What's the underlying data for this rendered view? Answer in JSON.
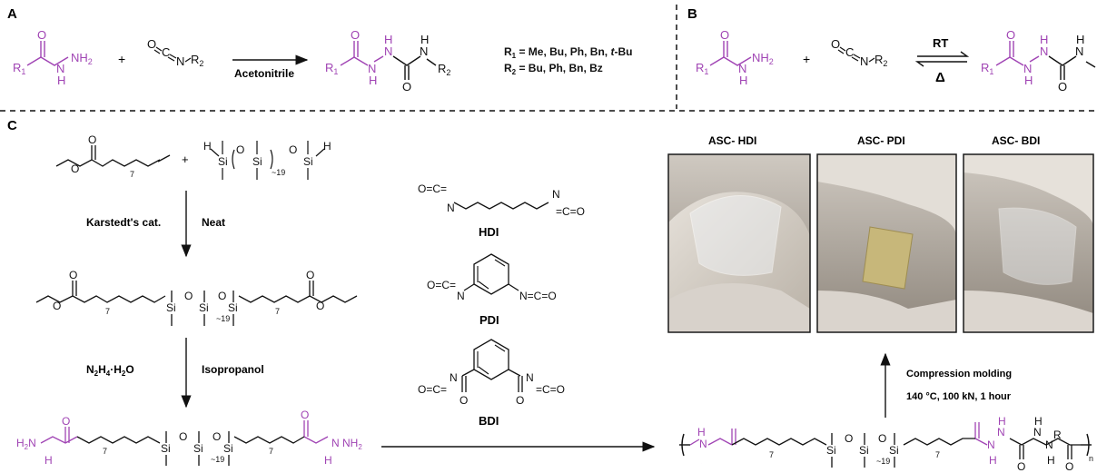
{
  "colors": {
    "accent": "#a044b4",
    "ink": "#111111",
    "photo_frame": "#1a1a1a"
  },
  "panels": {
    "a": "A",
    "b": "B",
    "c": "C"
  },
  "panel_a": {
    "r1": "R",
    "r1_sub": "1",
    "r2": "R",
    "r2_sub": "2",
    "nh2": "NH",
    "nh2_sub": "2",
    "n": "N",
    "h": "H",
    "o": "O",
    "c": "C",
    "plus": "+",
    "arrow_label": "Acetonitrile",
    "r1_defs_prefix": "R",
    "r1_defs_sub": "1",
    "r1_defs": " = Me, Bu, Ph, Bn, ",
    "r1_defs_last": "t",
    "r1_defs_tail": "-Bu",
    "r2_defs_prefix": "R",
    "r2_defs_sub": "2",
    "r2_defs": " = Bu, Ph, Bn, Bz"
  },
  "panel_b": {
    "forward_label": "RT",
    "reverse_label": "Δ"
  },
  "panel_c": {
    "catalyst": "Karstedt's cat.",
    "condition1": "Neat",
    "reagent2": "N",
    "reagent2_sub1": "2",
    "reagent2_mid": "H",
    "reagent2_sub2": "4",
    "reagent2_tail": "·H",
    "reagent2_sub3": "2",
    "reagent2_end": "O",
    "condition2": "Isopropanol",
    "si": "Si",
    "o": "O",
    "h": "H",
    "repeat19": "~19",
    "chain7": "7",
    "hdi": "HDI",
    "pdi": "PDI",
    "bdi": "BDI",
    "molding": "Compression molding",
    "molding_conditions": "140 °C, 100 kN, 1 hour",
    "n_label": "n",
    "r_label": "R"
  },
  "photos": [
    {
      "title": "ASC- HDI",
      "tint": "#d9d2c9"
    },
    {
      "title": "ASC- PDI",
      "tint": "#c8c0b6"
    },
    {
      "title": "ASC- BDI",
      "tint": "#d2ccc4"
    }
  ]
}
